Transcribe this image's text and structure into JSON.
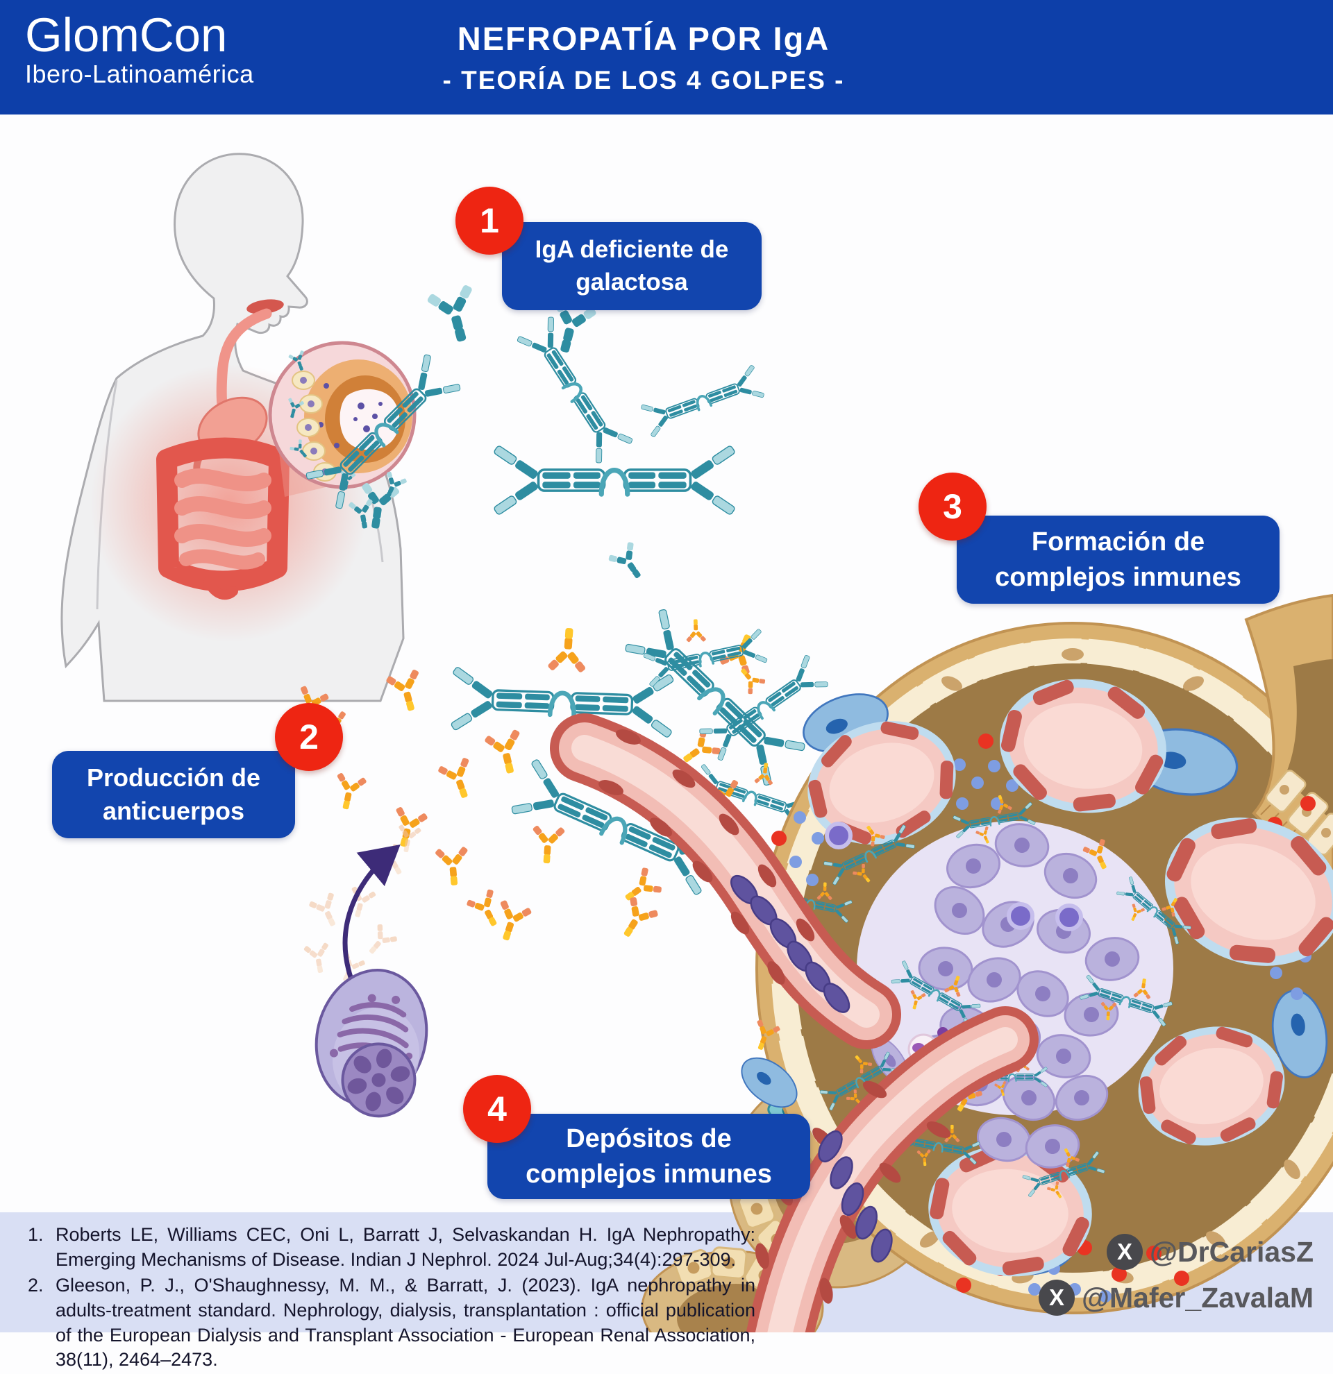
{
  "header": {
    "logo_title": "GlomCon",
    "logo_subtitle": "Ibero-Latinoamérica",
    "title": "NEFROPATÍA POR IgA",
    "subtitle": "- TEORÍA DE LOS 4 GOLPES -"
  },
  "steps": [
    {
      "number": "1",
      "line1": "IgA deficiente de",
      "line2": "galactosa"
    },
    {
      "number": "2",
      "line1": "Producción de",
      "line2": "anticuerpos"
    },
    {
      "number": "3",
      "line1": "Formación de",
      "line2": "complejos inmunes"
    },
    {
      "number": "4",
      "line1": "Depósitos de",
      "line2": "complejos inmunes"
    }
  ],
  "references": [
    {
      "number": "1.",
      "text": "Roberts LE, Williams CEC, Oni L, Barratt J, Selvaskandan H. IgA Nephropathy: Emerging Mechanisms of Disease. Indian J Nephrol. 2024 Jul-Aug;34(4):297-309."
    },
    {
      "number": "2.",
      "text": "Gleeson, P. J., O'Shaughnessy, M. M., & Barratt, J. (2023). IgA nephropathy in adults-treatment standard. Nephrology, dialysis, transplantation : official publication of the European Dialysis and Transplant Association - European Renal Association, 38(11), 2464–2473."
    }
  ],
  "social": {
    "handles": [
      {
        "icon": "x-logo-icon",
        "label": "@DrCariasZ"
      },
      {
        "icon": "x-logo-icon",
        "label": "@Mafer_ZavalaM"
      }
    ]
  },
  "colors": {
    "header_bg": "#0D3FA9",
    "step_box": "#1245AE",
    "step_circle": "#EE2512",
    "band_bg": "#D9DFF4",
    "iga_teal_dark": "#2E8DA1",
    "iga_teal_light": "#ABD8E0",
    "igg_orange": "#F6A21B",
    "igg_yellow": "#FFC72C",
    "igg_coral": "#EE8A5E",
    "glomerulus_tan": "#DAB16F",
    "glomerulus_brown": "#9D7A46",
    "capillary_pink": "#F5C9C3",
    "capillary_wall_red": "#C75B52",
    "mesangial_lavender": "#BAB2DD",
    "podocyte_blue": "#8FBBE0",
    "red_deposit_dot": "#E93322",
    "blue_deposit_dot": "#7E9DE2",
    "plasma_cell_purple": "#BBB4DE"
  }
}
